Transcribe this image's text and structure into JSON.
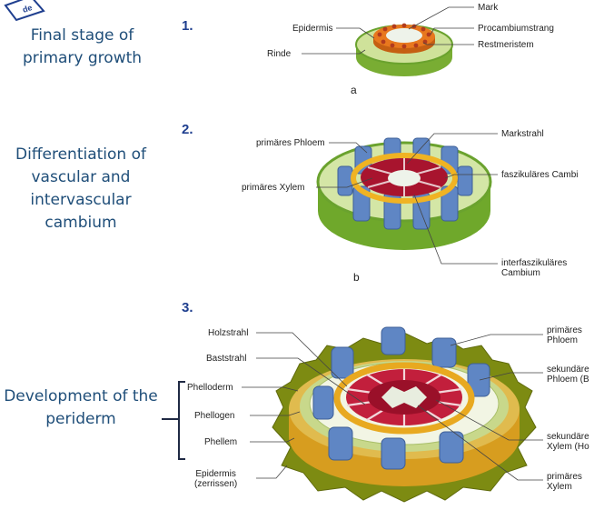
{
  "captions": {
    "stage1": [
      "Final stage of",
      "primary growth"
    ],
    "stage2": [
      "Differentiation of",
      "vascular and",
      "intervascular",
      "cambium"
    ],
    "stage3": [
      "Development of the",
      "periderm"
    ]
  },
  "stage_numbers": [
    "1.",
    "2.",
    "3."
  ],
  "sub_labels": [
    "a",
    "b"
  ],
  "labels1": {
    "epidermis": "Epidermis",
    "rinde": "Rinde",
    "mark": "Mark",
    "procambium": "Procambiumstrang",
    "restmeristem": "Restmeristem"
  },
  "labels2": {
    "phloem": "primäres Phloem",
    "xylem": "primäres Xylem",
    "markstrahl": "Markstrahl",
    "fasz": "faszikuläres Cambi",
    "interfasz_1": "interfaszikuläres",
    "interfasz_2": "Cambium"
  },
  "labels3": {
    "holzstrahl": "Holzstrahl",
    "baststrahl": "Baststrahl",
    "phelloderm": "Phelloderm",
    "phellogen": "Phellogen",
    "phellem": "Phellem",
    "epidermis_1": "Epidermis",
    "epidermis_2": "(zerrissen)",
    "prim_phloem_1": "primäres",
    "prim_phloem_2": "Phloem",
    "sek_phloem_1": "sekundäre",
    "sek_phloem_2": "Phloem (B",
    "sek_xylem_1": "sekundäre",
    "sek_xylem_2": "Xylem (Ho",
    "prim_xylem_1": "primäres",
    "prim_xylem_2": "Xylem"
  },
  "colors": {
    "caption": "#1f4e79",
    "stage_number": "#1f3f8f",
    "cortex": "#cfe29a",
    "epidermis": "#6aa22e",
    "procambium": "#e8781e",
    "phloem": "#5f86c4",
    "xylem": "#a8142e",
    "cambium": "#f0b323",
    "pith": "#e6eee0",
    "bark": "#7d8b12"
  }
}
